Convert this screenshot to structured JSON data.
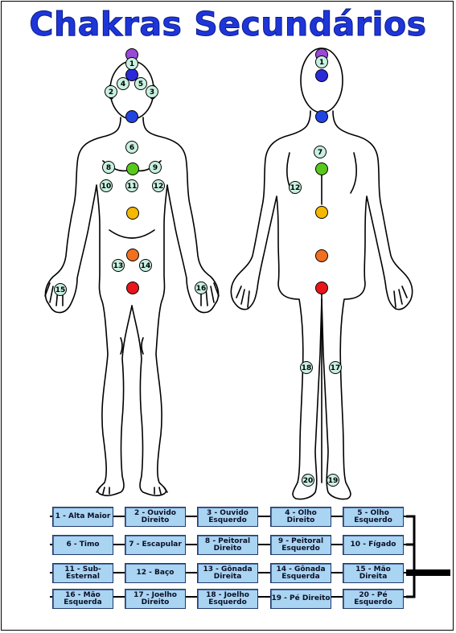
{
  "title": "Chakras Secundários",
  "colors": {
    "title": "#1e36d8",
    "legend_box": "#a9d4f2",
    "marker_fill": "#c8f0e0",
    "chakra_root": "#e8161a",
    "chakra_sacral": "#f07020",
    "chakra_solar": "#f5b800",
    "chakra_heart": "#58c81c",
    "chakra_throat": "#2244e0",
    "chakra_brow": "#2a2ad8",
    "chakra_crown": "#9a48d8"
  },
  "front_markers": [
    "1",
    "2",
    "3",
    "4",
    "5",
    "6",
    "8",
    "9",
    "10",
    "11",
    "12",
    "13",
    "14",
    "15",
    "16"
  ],
  "back_markers": [
    "1",
    "7",
    "12",
    "17",
    "18",
    "19",
    "20"
  ],
  "legend": [
    "1 - Alta Maior",
    "2 - Ouvido Direito",
    "3 - Ouvido Esquerdo",
    "4 - Olho Direito",
    "5 - Olho Esquerdo",
    "6 - Timo",
    "7 - Escapular",
    "8 - Peitoral Direito",
    "9 - Peitoral Esquerdo",
    "10 - Fígado",
    "11 - Sub-Esternal",
    "12 - Baço",
    "13 - Gônada Direita",
    "14 - Gônada Esquerda",
    "15 - Mão Direita",
    "16 - Mão Esquerda",
    "17 - Joelho Direito",
    "18 - Joelho Esquerdo",
    "19 - Pé Direito",
    "20 - Pé Esquerdo"
  ]
}
